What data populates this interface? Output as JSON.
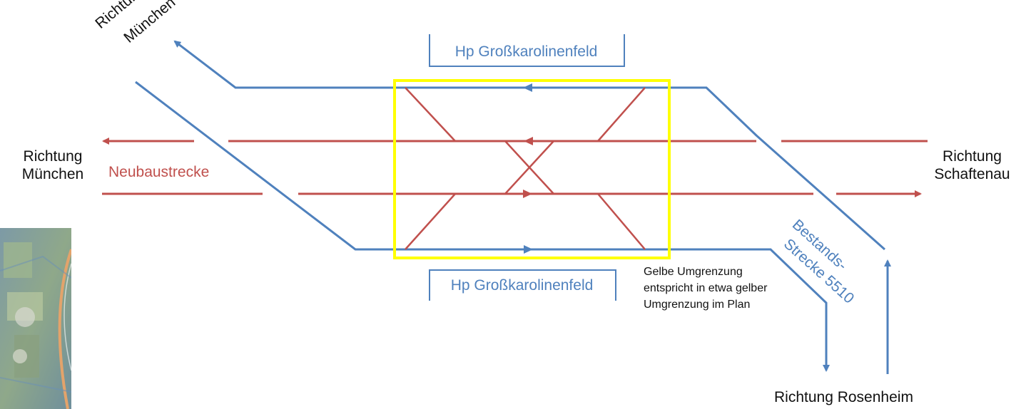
{
  "labels": {
    "top_left_direction": "Richtung\nMünchen",
    "left_direction_line1": "Richtung",
    "left_direction_line2": "München",
    "right_direction_line1": "Richtung",
    "right_direction_line2": "Schaftenau",
    "bottom_direction": "Richtung Rosenheim",
    "new_line": "Neubaustrecke",
    "existing_line_1": "Bestands-",
    "existing_line_2": "Strecke 5510",
    "stop_top": "Hp Großkarolinenfeld",
    "stop_bottom": "Hp Großkarolinenfeld",
    "note": "Gelbe Umgrenzung entspricht in etwa gelber Umgrenzung im Plan"
  },
  "colors": {
    "existing_line": "#4F81BD",
    "new_line": "#C0504D",
    "boundary": "#FFFF00",
    "text": "#111111"
  },
  "map_inset": {
    "visible": true,
    "description_icon": "aerial-map-thumbnail"
  }
}
